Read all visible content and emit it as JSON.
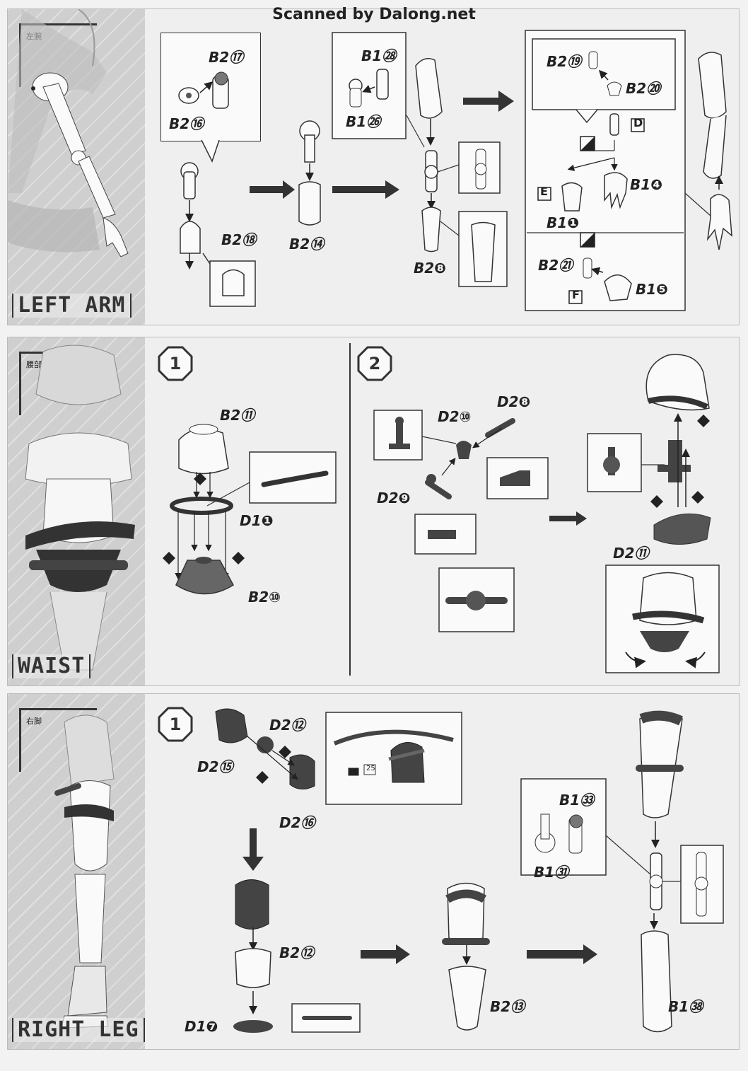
{
  "watermark": "Scanned by Dalong.net",
  "sections": {
    "left_arm": {
      "title": "LEFT ARM",
      "jp_label": "左腕",
      "parts": {
        "b2_17": "B2⑰",
        "b2_16": "B2⑯",
        "b2_18": "B2⑱",
        "b2_14": "B2⑭",
        "b1_28": "B1㉘",
        "b1_26": "B1㉖",
        "b2_8": "B2❽",
        "b2_19": "B2⑲",
        "b2_20": "B2⑳",
        "d": "D",
        "b1_4": "B1❹",
        "e": "E",
        "b1_1": "B1❶",
        "b2_21": "B2㉑",
        "f": "F",
        "b1_5": "B1❺"
      }
    },
    "waist": {
      "title": "WAIST",
      "jp_label": "腰部",
      "step1": "1",
      "step2": "2",
      "parts": {
        "b2_11": "B2⑪",
        "d1_1": "D1❶",
        "b2_10": "B2⑩",
        "d2_8": "D2❽",
        "d2_10": "D2⑩",
        "d2_9": "D2❾",
        "d2_11": "D2⑪"
      },
      "markers": {
        "one": "1",
        "two": "2"
      }
    },
    "right_leg": {
      "title": "RIGHT LEG",
      "jp_label": "右脚",
      "step1": "1",
      "parts": {
        "d2_12": "D2⑫",
        "d2_15": "D2⑮",
        "d2_16": "D2⑯",
        "sticker": "25",
        "b2_12": "B2⑫",
        "d1_7": "D1❼",
        "b2_13": "B2⑬",
        "b1_33": "B1㉝",
        "b1_31": "B1㉛",
        "b1_38": "B1㊳"
      }
    }
  },
  "colors": {
    "ink": "#222222",
    "dark_part": "#3a3a3a",
    "light_part": "#f7f7f7",
    "panel_bg": "#efefef"
  }
}
